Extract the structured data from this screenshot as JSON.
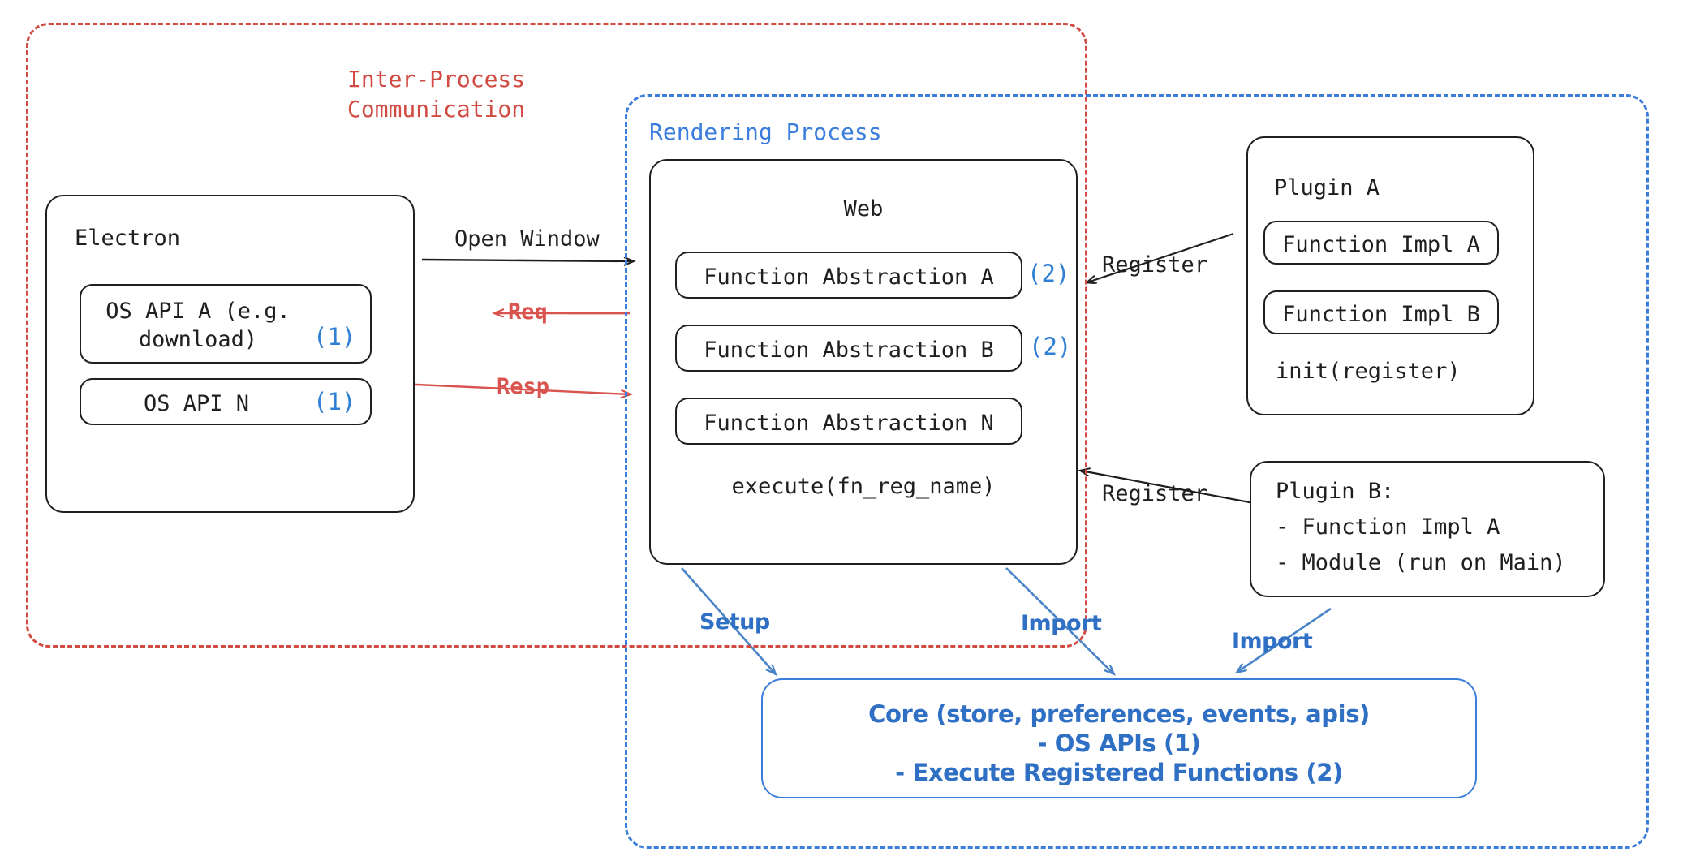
{
  "diagram": {
    "title": "Electron plugin architecture",
    "colors": {
      "ipc_red": "#d24b43",
      "render_blue": "#3b7ddd",
      "ref_blue": "#2f7fd6",
      "arrow_red": "#d9534f",
      "ink": "#1f1f1f"
    }
  },
  "regions": {
    "ipc": {
      "label": "Inter-Process\nCommunication"
    },
    "rendering": {
      "label": "Rendering Process"
    }
  },
  "electron": {
    "title": "Electron",
    "apis": [
      {
        "label": "OS API A (e.g.\ndownload)",
        "ref": "(1)"
      },
      {
        "label": "OS API N",
        "ref": "(1)"
      }
    ]
  },
  "web": {
    "title": "Web",
    "abstractions": [
      {
        "label": "Function Abstraction A",
        "ref": "(2)"
      },
      {
        "label": "Function Abstraction B",
        "ref": "(2)"
      },
      {
        "label": "Function Abstraction N",
        "ref": ""
      }
    ],
    "footer": "execute(fn_reg_name)"
  },
  "plugin_a": {
    "title": "Plugin A",
    "impls": [
      "Function Impl A",
      "Function Impl B"
    ],
    "footer": "init(register)"
  },
  "plugin_b": {
    "title": "Plugin B:",
    "items": [
      "- Function Impl A",
      "- Module (run on Main)"
    ]
  },
  "core": {
    "lines": [
      "Core (store, preferences, events, apis)",
      "- OS APIs (1)",
      "- Execute Registered Functions (2)"
    ]
  },
  "edges": {
    "open_window": "Open Window",
    "req": "Req",
    "resp": "Resp",
    "register_a": "Register",
    "register_b": "Register",
    "setup": "Setup",
    "import_web": "Import",
    "import_plugin": "Import"
  }
}
